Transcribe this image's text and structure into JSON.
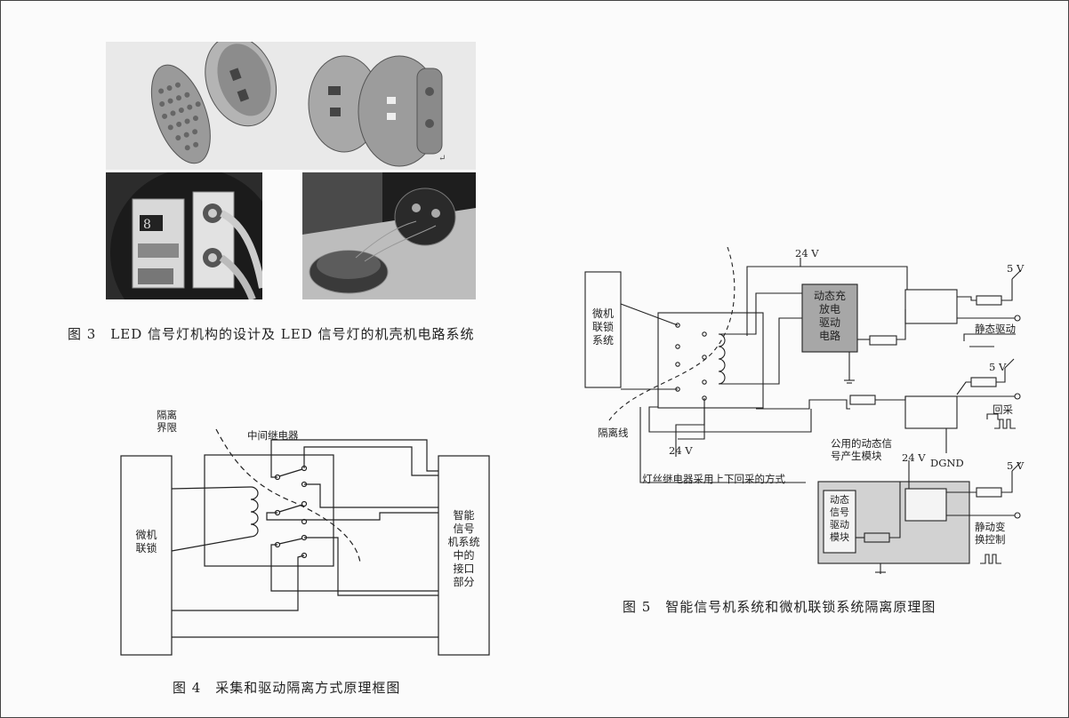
{
  "fig3": {
    "caption": "图 3　LED 信号灯机构的设计及 LED 信号灯的机壳机电路系统",
    "photo_tr_mark": "↵",
    "panel_digits": "8"
  },
  "fig4": {
    "caption": "图 4　采集和驱动隔离方式原理框图",
    "boundary_label": [
      "隔离",
      "界限"
    ],
    "relay_label": "中间继电器",
    "left_block": [
      "微机",
      "联锁"
    ],
    "right_block": [
      "智能",
      "信号",
      "机系统",
      "中的",
      "接口",
      "部分"
    ]
  },
  "fig5": {
    "caption": "图 5　智能信号机系统和微机联锁系统隔离原理图",
    "left_block": [
      "微机",
      "联锁",
      "系统"
    ],
    "driver_block": [
      "动态充",
      "放电",
      "驱动",
      "电路"
    ],
    "dyn_module": [
      "动态",
      "信号",
      "驱动",
      "模块"
    ],
    "v24_top": "24 V",
    "v24_mid": "24 V",
    "v24_lower": "24 V",
    "v5_1": "5 V",
    "v5_2": "5 V",
    "v5_3": "5 V",
    "static_drive": "静态驱动",
    "feedback": "回采",
    "dgnd": "DGND",
    "isolation_line": "隔离线",
    "common_module": [
      "公用的动态信",
      "号产生模块"
    ],
    "filament_note": "灯丝继电器采用上下回采的方式",
    "static_dynamic": [
      "静动变",
      "换控制"
    ]
  }
}
